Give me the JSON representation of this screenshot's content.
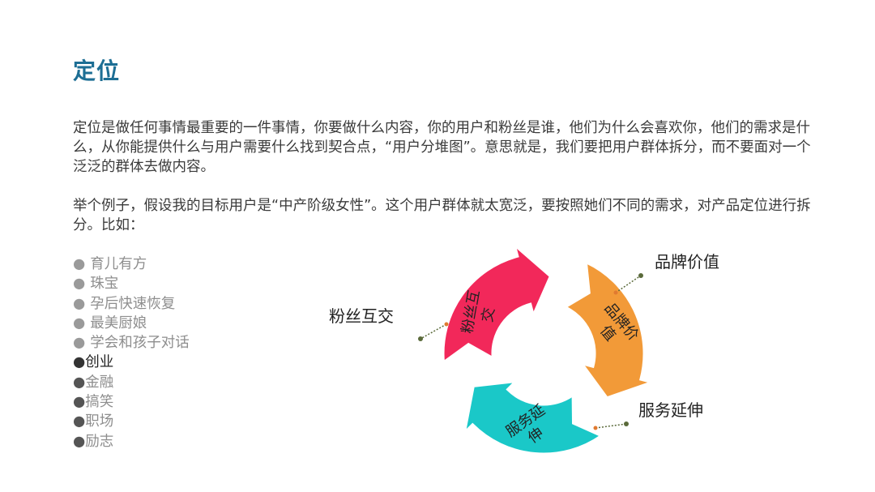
{
  "title": "定位",
  "paragraphs": [
    "定位是做任何事情最重要的一件事情，你要做什么内容，你的用户和粉丝是谁，他们为什么会喜欢你，他们的需求是什么，从你能提供什么与用户需要什么找到契合点，“用户分堆图”。意思就是，我们要把用户群体拆分，而不要面对一个泛泛的群体去做内容。",
    "举个例子，假设我的目标用户是“中产阶级女性”。这个用户群体就太宽泛，要按照她们不同的需求，对产品定位进行拆分。比如："
  ],
  "list": [
    {
      "text": "育儿有方",
      "style": "gray"
    },
    {
      "text": "珠宝",
      "style": "gray"
    },
    {
      "text": "孕后快速恢复",
      "style": "gray"
    },
    {
      "text": "最美厨娘",
      "style": "gray"
    },
    {
      "text": "学会和孩子对话",
      "style": "gray"
    },
    {
      "text": "创业",
      "style": "dark"
    },
    {
      "text": "金融",
      "style": "mid"
    },
    {
      "text": "搞笑",
      "style": "mid"
    },
    {
      "text": "职场",
      "style": "mid"
    },
    {
      "text": "励志",
      "style": "mid"
    }
  ],
  "cycle": {
    "segments": [
      {
        "lines": [
          "品牌价",
          "值"
        ],
        "color": "#f29a38"
      },
      {
        "lines": [
          "服务延",
          "伸"
        ],
        "color": "#1ac8c8"
      },
      {
        "lines": [
          "粉丝互",
          "交"
        ],
        "color": "#f2285a"
      }
    ],
    "labels": {
      "brand": "品牌价值",
      "service": "服务延伸",
      "fans": "粉丝互交"
    },
    "connector_color": "#5a6a3a"
  }
}
